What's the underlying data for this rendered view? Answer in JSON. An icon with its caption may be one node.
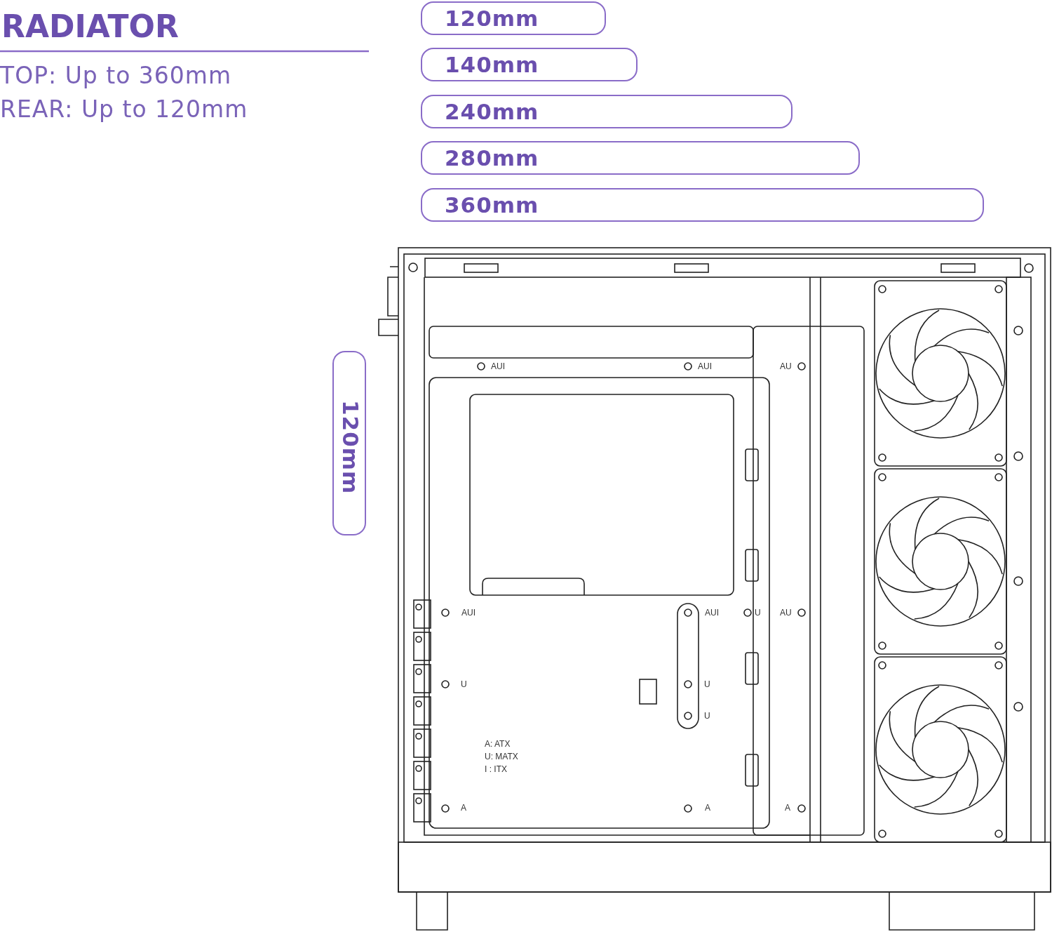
{
  "diagram": {
    "title": "RADIATOR",
    "nodes": [
      {
        "text": [
          "120mm"
        ]
      },
      {
        "text": [
          "140mm"
        ]
      },
      {
        "text": [
          "240mm"
        ]
      },
      {
        "text": [
          "280mm"
        ]
      },
      {
        "text": [
          "360mm"
        ]
      },
      {
        "text": [
          "120mm"
        ]
      }
    ],
    "edges": [],
    "labels": [
      "TOP: Up to 360mm",
      "REAR: Up to 120mm",
      "AUI",
      "AUI",
      "AU",
      "AUI",
      "AUI",
      "U",
      "AU",
      "U",
      "U",
      "U",
      "A: ATX",
      "U: MATX",
      "I : ITX",
      "A",
      "A",
      "A"
    ]
  }
}
